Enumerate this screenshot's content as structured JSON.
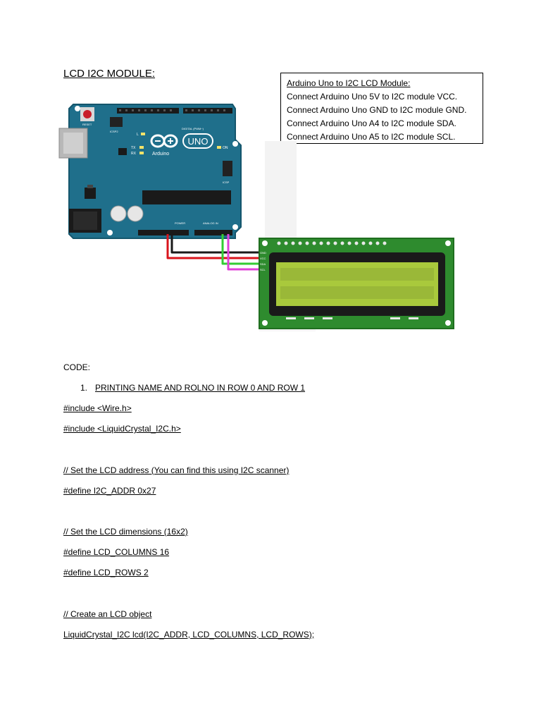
{
  "title": "LCD I2C MODULE:",
  "info_box": {
    "heading": "Arduino Uno to I2C LCD Module:",
    "lines": [
      "Connect Arduino Uno 5V to I2C module VCC.",
      "Connect Arduino Uno GND to I2C module GND.",
      "Connect Arduino Uno A4 to I2C module SDA.",
      "Connect Arduino Uno A5 to I2C module SCL."
    ]
  },
  "board": {
    "reset_label": "RESET",
    "brand": "Arduino",
    "model": "UNO",
    "led_labels": [
      "L",
      "TX",
      "RX"
    ],
    "on_label": "ON",
    "icsp_label": "ICSP",
    "icsp2_label": "ICSP2",
    "digital_label": "DIGITAL (PWM~)",
    "power_label": "POWER",
    "analog_label": "ANALOG IN"
  },
  "lcd_pins": [
    "GND",
    "VCC",
    "SDA",
    "SCL"
  ],
  "code": {
    "label": "CODE:",
    "item_number": "1.",
    "item_text": "PRINTING NAME AND ROLNO IN ROW 0 AND ROW 1",
    "lines": [
      "#include <Wire.h>",
      "#include <LiquidCrystal_I2C.h>",
      "// Set the LCD address (You can find this using I2C scanner)",
      "#define I2C_ADDR 0x27",
      "// Set the LCD dimensions (16x2)",
      "#define LCD_COLUMNS 16",
      "#define LCD_ROWS 2",
      "// Create an LCD object",
      "LiquidCrystal_I2C lcd(I2C_ADDR, LCD_COLUMNS, LCD_ROWS);"
    ]
  },
  "colors": {
    "board_blue": "#1f6f8b",
    "lcd_green": "#2e8b2e",
    "lcd_screen": "#a9c93c",
    "wire_red": "#d9141c",
    "wire_black": "#1a1a1a",
    "wire_green": "#33cc33",
    "wire_magenta": "#e040d8"
  }
}
